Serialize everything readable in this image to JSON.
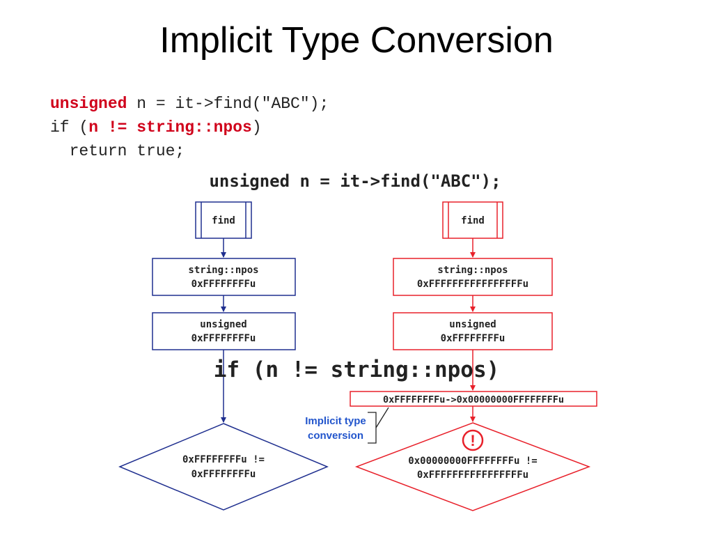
{
  "title": "Implicit Type Conversion",
  "code": {
    "line1": {
      "kw": "unsigned",
      "rest": " n = it->find(\"ABC\");"
    },
    "line2": {
      "pre": "if (",
      "kw": "n != string::npos",
      "post": ")"
    },
    "line3": "  return true;"
  },
  "diagram": {
    "header": "unsigned n = it->find(\"ABC\");",
    "condition": "if (n != string::npos)",
    "colors": {
      "left": "#1f2f8f",
      "right": "#e8202a",
      "annotation": "#2255cc"
    },
    "left": {
      "find": "find",
      "npos_line1": "string::npos",
      "npos_line2": "0xFFFFFFFFu",
      "unsigned_line1": "unsigned",
      "unsigned_line2": "0xFFFFFFFFu",
      "diamond_line1": "0xFFFFFFFFu !=",
      "diamond_line2": "0xFFFFFFFFu"
    },
    "right": {
      "find": "find",
      "npos_line1": "string::npos",
      "npos_line2": "0xFFFFFFFFFFFFFFFFu",
      "unsigned_line1": "unsigned",
      "unsigned_line2": "0xFFFFFFFFu",
      "conversion": "0xFFFFFFFFu->0x00000000FFFFFFFFu",
      "warning": "!",
      "diamond_line1": "0x00000000FFFFFFFFu !=",
      "diamond_line2": "0xFFFFFFFFFFFFFFFFu"
    },
    "annotation_line1": "Implicit type",
    "annotation_line2": "conversion"
  }
}
